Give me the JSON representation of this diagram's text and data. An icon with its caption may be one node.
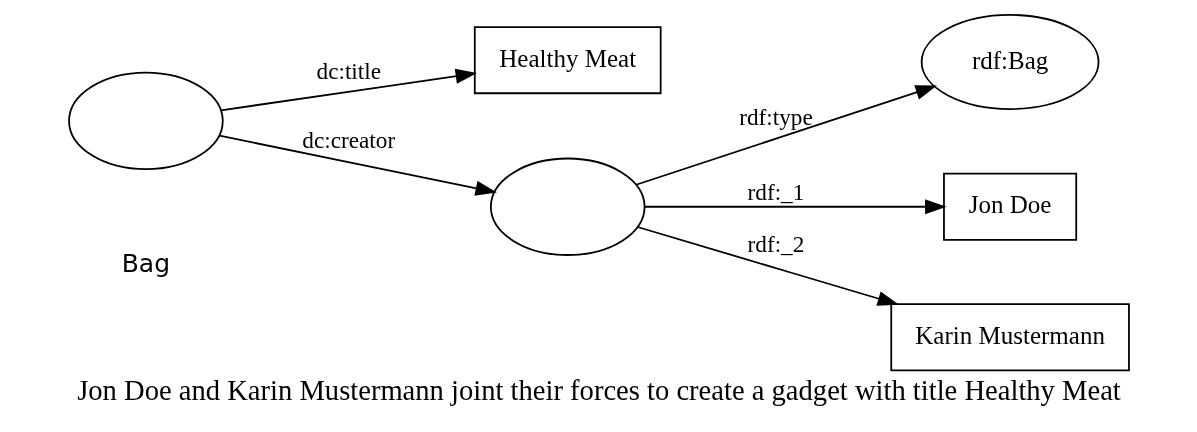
{
  "diagram": {
    "caption": "Jon Doe and Karin Mustermann joint their forces to create a gadget with title Healthy Meat",
    "nodes": [
      {
        "text": [],
        "shape": "ellipse"
      },
      {
        "text": [
          "Healthy Meat"
        ]
      },
      {
        "text": [],
        "shape": "ellipse"
      },
      {
        "text": [
          "rdf:Bag"
        ]
      },
      {
        "text": [
          "Jon Doe"
        ]
      },
      {
        "text": [
          "Karin Mustermann"
        ]
      }
    ],
    "edges": [
      {
        "from": 0,
        "to": 1,
        "arrow": "to",
        "label": "dc:title"
      },
      {
        "from": 0,
        "to": 2,
        "arrow": "to",
        "label": "dc:creator"
      },
      {
        "from": 2,
        "to": 3,
        "arrow": "to",
        "label": "rdf:type"
      },
      {
        "from": 2,
        "to": 4,
        "arrow": "to",
        "label": "rdf:_1"
      },
      {
        "from": 2,
        "to": 5,
        "arrow": "to",
        "label": "rdf:_2"
      }
    ],
    "labels": [
      "Bag"
    ]
  }
}
